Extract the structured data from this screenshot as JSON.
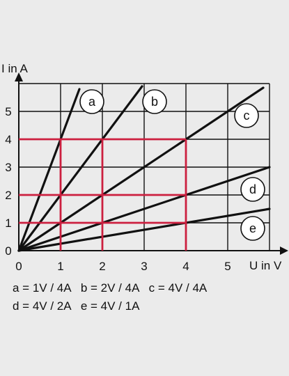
{
  "chart_data": {
    "type": "line",
    "title": "",
    "xlabel": "U in V",
    "ylabel": "I in A",
    "xlim": [
      0,
      6
    ],
    "ylim": [
      0,
      6
    ],
    "xticks": [
      "0",
      "1",
      "2",
      "3",
      "4",
      "5"
    ],
    "yticks": [
      "0",
      "1",
      "2",
      "3",
      "4",
      "5"
    ],
    "grid": true,
    "series": [
      {
        "name": "a",
        "x": [
          0,
          1.45
        ],
        "y": [
          0,
          5.8
        ]
      },
      {
        "name": "b",
        "x": [
          0,
          2.95
        ],
        "y": [
          0,
          5.9
        ]
      },
      {
        "name": "c",
        "x": [
          0,
          5.85
        ],
        "y": [
          0,
          5.85
        ]
      },
      {
        "name": "d",
        "x": [
          0,
          6.0
        ],
        "y": [
          0,
          3.0
        ]
      },
      {
        "name": "e",
        "x": [
          0,
          6.0
        ],
        "y": [
          0,
          1.5
        ]
      }
    ],
    "highlight_lines": [
      {
        "x": [
          0,
          4
        ],
        "y": [
          4,
          4
        ]
      },
      {
        "x": [
          0,
          4
        ],
        "y": [
          2,
          2
        ]
      },
      {
        "x": [
          0,
          4
        ],
        "y": [
          1,
          1
        ]
      },
      {
        "x": [
          1,
          1
        ],
        "y": [
          0,
          4
        ]
      },
      {
        "x": [
          2,
          2
        ],
        "y": [
          0,
          4
        ]
      },
      {
        "x": [
          4,
          4
        ],
        "y": [
          0,
          4
        ]
      }
    ],
    "colors": {
      "series": "#111111",
      "highlight": "#cc1f3f",
      "grid": "#111111",
      "background": "#ebebeb"
    }
  },
  "legend": {
    "line1": "a = 1V / 4A   b = 2V / 4A   c = 4V / 4A",
    "line2": "d = 4V / 2A   e = 4V / 1A"
  }
}
